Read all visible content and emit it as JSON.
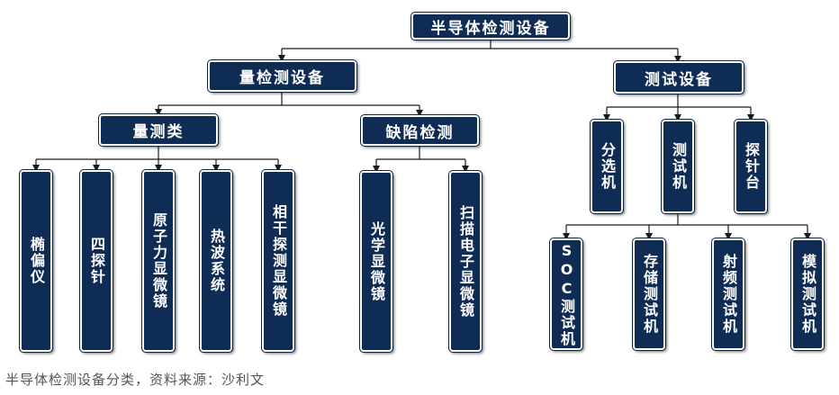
{
  "diagram": {
    "root": "半导体检测设备",
    "metrology": {
      "title": "量检测设备",
      "measurement": {
        "title": "量测类",
        "items": [
          "椭偏仪",
          "四探针",
          "原子力显微镜",
          "热波系统",
          "相干探测显微镜"
        ]
      },
      "defect": {
        "title": "缺陷检测",
        "items": [
          "光学显微镜",
          "扫描电子显微镜"
        ]
      }
    },
    "test": {
      "title": "测试设备",
      "sorter": "分选机",
      "tester": {
        "title": "测试机",
        "items": [
          "SOC测试机",
          "存储测试机",
          "射频测试机",
          "模拟测试机"
        ]
      },
      "prober": "探针台"
    }
  },
  "caption": "半导体检测设备分类，资料来源：沙利文",
  "colors": {
    "box_fill": "#0f2c55",
    "box_text": "#ffffff",
    "connector": "#1a1a1a",
    "caption": "#555555"
  }
}
